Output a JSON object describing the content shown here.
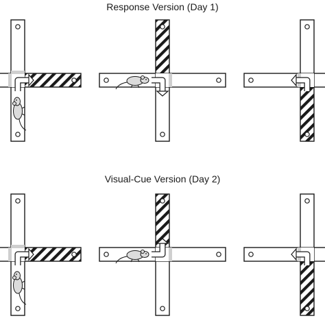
{
  "sections": [
    {
      "title": "Response Version (Day 1)"
    },
    {
      "title": "Visual-Cue Version (Day 2)"
    }
  ],
  "panels": [
    {
      "row": 0,
      "col": 0,
      "striped_arm": "east",
      "rat_arm": "south",
      "turn": "right"
    },
    {
      "row": 0,
      "col": 1,
      "striped_arm": "north",
      "rat_arm": "west",
      "turn": "right"
    },
    {
      "row": 0,
      "col": 2,
      "striped_arm": "south",
      "rat_arm": "none",
      "turn": "left"
    },
    {
      "row": 1,
      "col": 0,
      "striped_arm": "east",
      "rat_arm": "south",
      "turn": "right"
    },
    {
      "row": 1,
      "col": 1,
      "striped_arm": "north",
      "rat_arm": "west",
      "turn": "left"
    },
    {
      "row": 1,
      "col": 2,
      "striped_arm": "south",
      "rat_arm": "none",
      "turn": "left"
    }
  ],
  "colors": {
    "stroke": "#1a1a1a",
    "stripe": "#1a1a1a",
    "gate": "#cfcfcf",
    "rat": "#dcdcdc",
    "background": "#ffffff"
  }
}
